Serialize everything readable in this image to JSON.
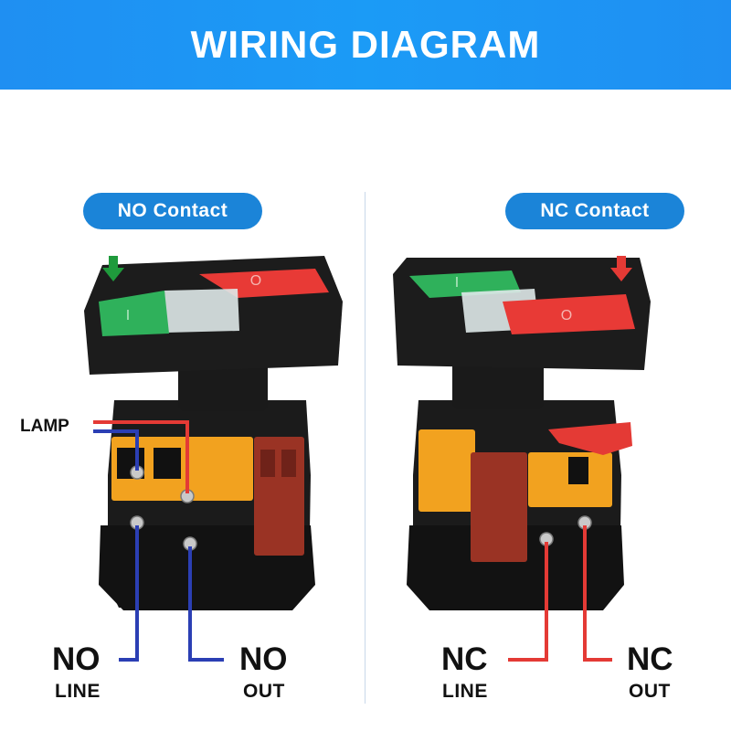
{
  "header": {
    "title": "WIRING DIAGRAM"
  },
  "left": {
    "pill": "NO Contact",
    "lamp_label": "LAMP",
    "line_big": "NO",
    "line_small": "LINE",
    "out_big": "NO",
    "out_small": "OUT",
    "arrow_color": "#1f9a3c",
    "wire_color": "#2b3fb4"
  },
  "right": {
    "pill": "NC Contact",
    "line_big": "NC",
    "line_small": "LINE",
    "out_big": "NC",
    "out_small": "OUT",
    "arrow_color": "#e43a35",
    "wire_color": "#e43a35"
  },
  "lamp_wire_colors": [
    "#e43a35",
    "#2b3fb4"
  ],
  "cap_colors": {
    "green": "#2fb15b",
    "red": "#e83a36"
  },
  "cap_symbols": {
    "green": "I",
    "red": "O"
  }
}
